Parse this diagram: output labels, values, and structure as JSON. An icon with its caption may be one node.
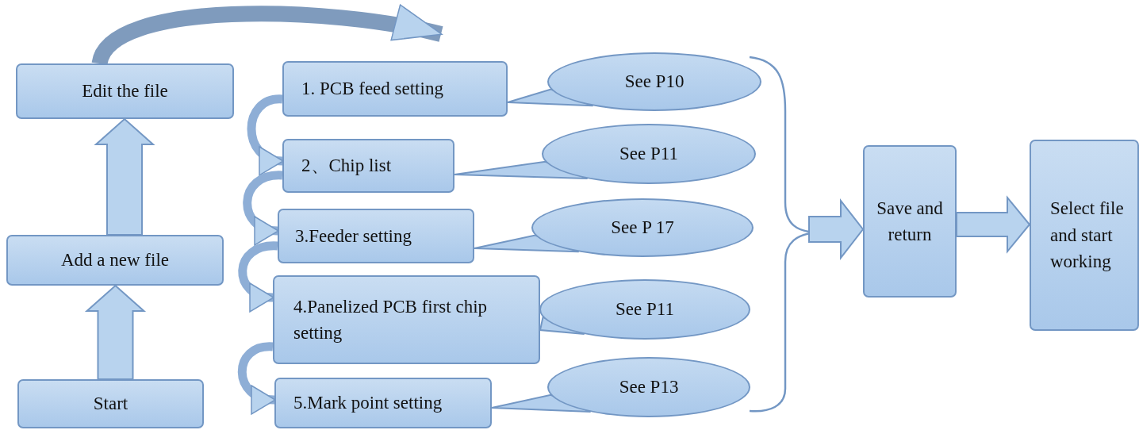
{
  "diagram": {
    "nodes": [
      {
        "text": [
          "Edit the file"
        ]
      },
      {
        "text": [
          "Add a new file"
        ]
      },
      {
        "text": [
          "Start"
        ]
      },
      {
        "text": [
          "1. PCB feed setting"
        ]
      },
      {
        "text": [
          "2、Chip list"
        ]
      },
      {
        "text": [
          "3.Feeder setting"
        ]
      },
      {
        "text": [
          "4.Panelized PCB first chip setting"
        ]
      },
      {
        "text": [
          "5.Mark point setting"
        ]
      },
      {
        "text": [
          "See P10"
        ]
      },
      {
        "text": [
          "See P11"
        ]
      },
      {
        "text": [
          "See P 17"
        ]
      },
      {
        "text": [
          "See P11"
        ]
      },
      {
        "text": [
          "See P13"
        ]
      },
      {
        "text": [
          "Save and return"
        ]
      },
      {
        "text": [
          "Select file and start working"
        ]
      }
    ],
    "edges": [
      {
        "from": 2,
        "to": 1,
        "arrow": "to"
      },
      {
        "from": 1,
        "to": 0,
        "arrow": "to"
      },
      {
        "from": 0,
        "to": 3,
        "arrow": "to",
        "style": "thick",
        "color": "#7f9bbd"
      },
      {
        "from": 3,
        "to": 4,
        "arrow": "to"
      },
      {
        "from": 4,
        "to": 5,
        "arrow": "to"
      },
      {
        "from": 5,
        "to": 6,
        "arrow": "to"
      },
      {
        "from": 6,
        "to": 7,
        "arrow": "to"
      },
      {
        "from": 8,
        "to": 3,
        "arrow": "none"
      },
      {
        "from": 9,
        "to": 4,
        "arrow": "none"
      },
      {
        "from": 10,
        "to": 5,
        "arrow": "none"
      },
      {
        "from": 11,
        "to": 6,
        "arrow": "none"
      },
      {
        "from": 12,
        "to": 7,
        "arrow": "none"
      },
      {
        "from": null,
        "to": 13,
        "arrow": "to"
      },
      {
        "from": 13,
        "to": 14,
        "arrow": "to"
      }
    ]
  }
}
